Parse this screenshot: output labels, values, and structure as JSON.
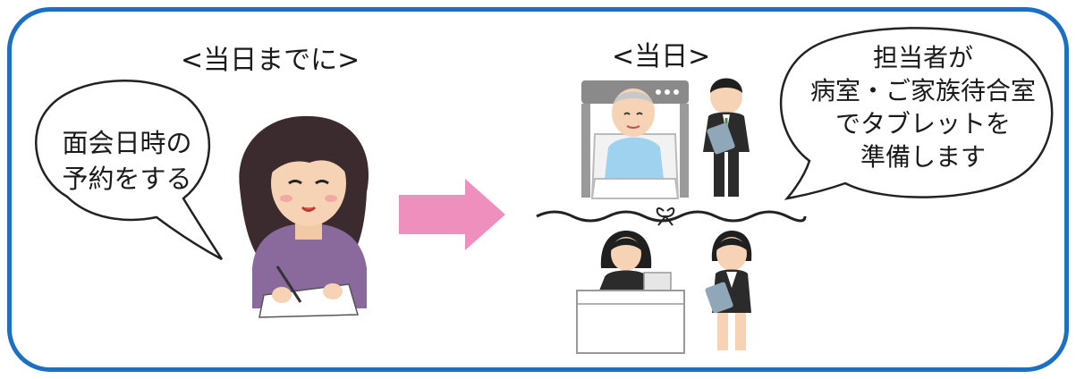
{
  "left_panel": {
    "heading": "<当日までに>",
    "bubble_lines": [
      "面会日時の",
      "予約をする"
    ]
  },
  "right_panel": {
    "heading": "<当日>",
    "bubble_lines": [
      "担当者が",
      "病室・ご家族待合室",
      "でタブレットを",
      "準備します"
    ]
  },
  "colors": {
    "border": "#1d6fc4",
    "arrow": "#ee8fbd",
    "sweater": "#8a6a9c",
    "hair": "#3b2a2e",
    "suit": "#2b2b2b",
    "gown": "#9ed2ef"
  }
}
